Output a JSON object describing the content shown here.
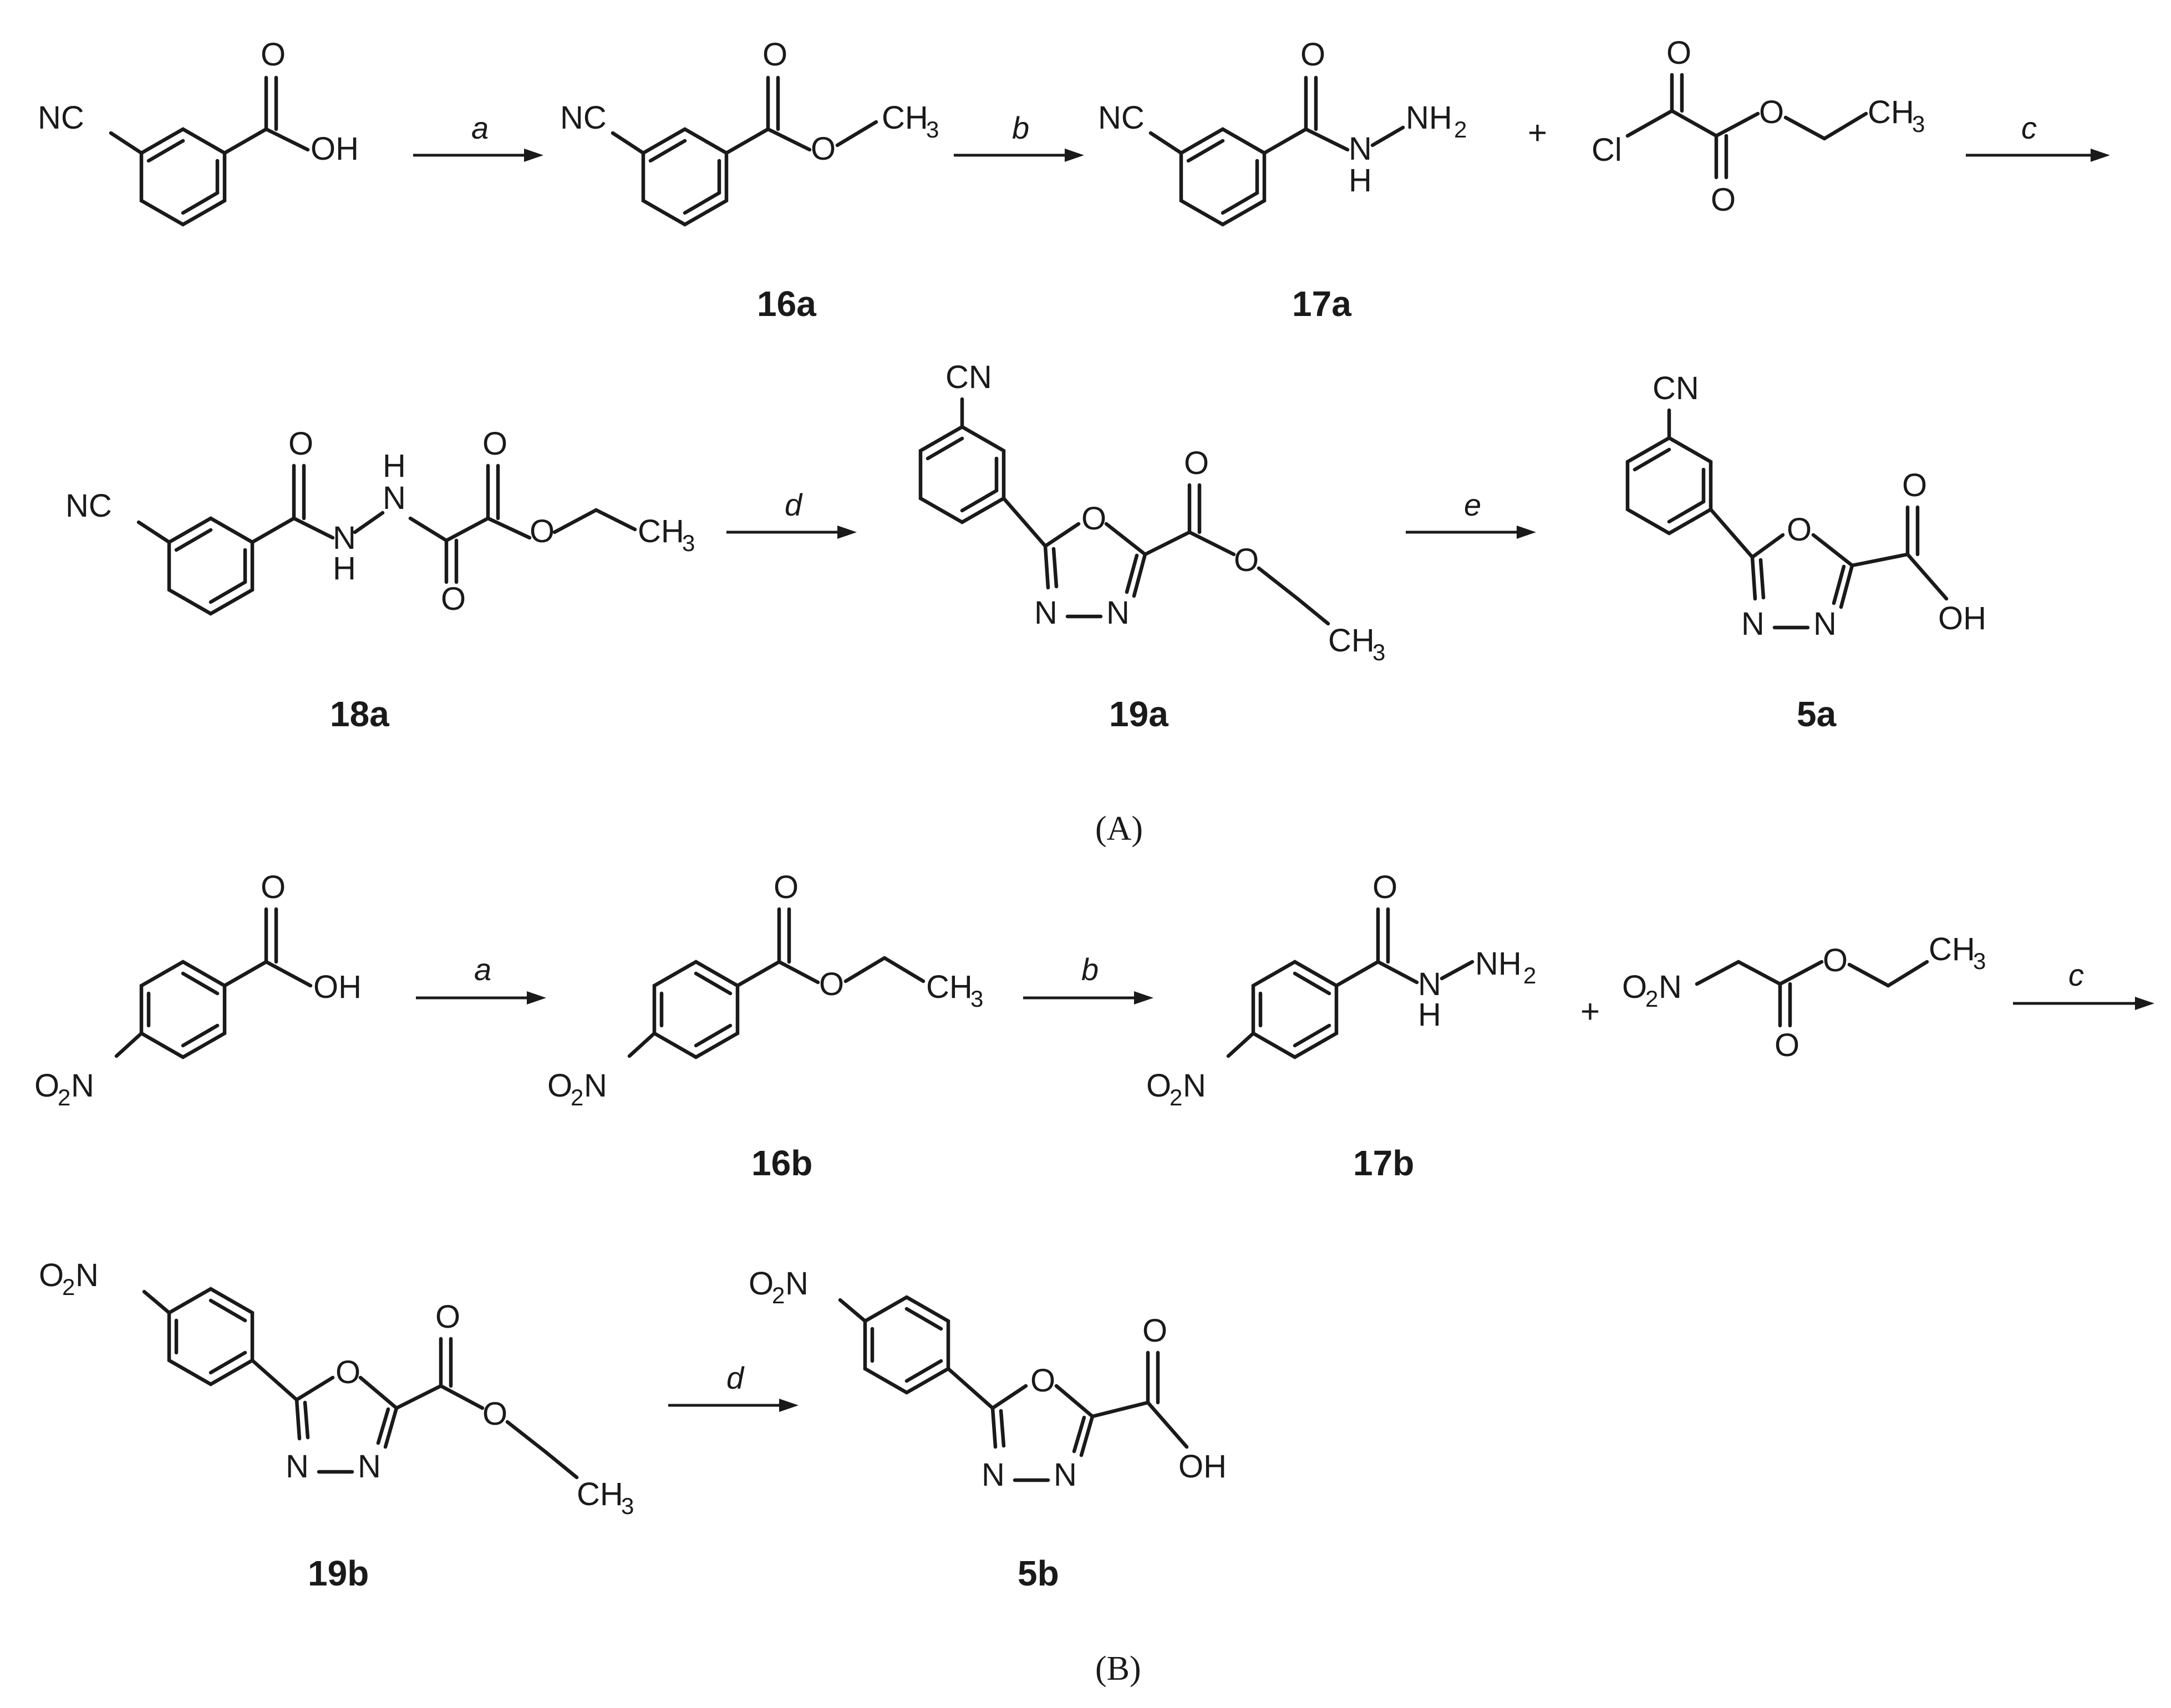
{
  "panels": {
    "A": {
      "label": "(A)",
      "conditions": {
        "a": "a",
        "b": "b",
        "c": "c",
        "d": "d",
        "e": "e"
      },
      "compounds": {
        "c16a": "16a",
        "c17a": "17a",
        "c18a": "18a",
        "c19a": "19a",
        "c5a": "5a"
      },
      "plus": "+"
    },
    "B": {
      "label": "(B)",
      "conditions": {
        "a": "a",
        "b": "b",
        "c": "c",
        "d": "d"
      },
      "compounds": {
        "c16b": "16b",
        "c17b": "17b",
        "c19b": "19b",
        "c5b": "5b"
      },
      "plus": "+"
    }
  },
  "atoms": {
    "nc": "NC",
    "cn": "CN",
    "oh": "OH",
    "o": "O",
    "n": "N",
    "h": "H",
    "nh": "NH",
    "cl": "Cl",
    "ch": "CH",
    "three": "3",
    "two": "2",
    "o2n_o": "O",
    "o2n_n": "N"
  }
}
